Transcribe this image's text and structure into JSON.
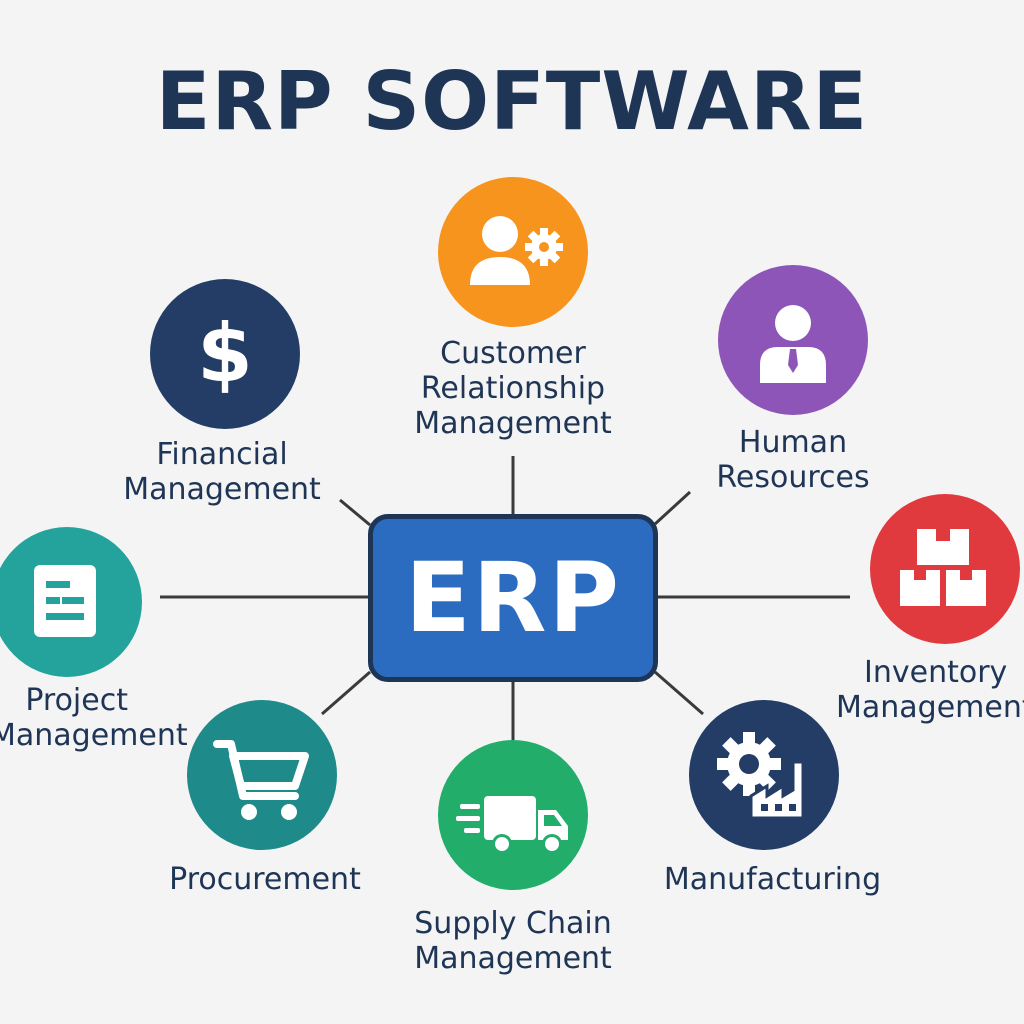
{
  "title": "ERP SOFTWARE",
  "hub": {
    "label": "ERP",
    "color": "#2b6cc0",
    "border_color": "#1f3556"
  },
  "modules": {
    "crm": {
      "line1": "Customer",
      "line2": "Relationship",
      "line3": "Management",
      "color": "#f7941d",
      "icon": "user-gear-icon"
    },
    "hr": {
      "line1": "Human",
      "line2": "Resources",
      "color": "#8e55b8",
      "icon": "employee-icon"
    },
    "financial": {
      "line1": "Financial",
      "line2": "Management",
      "color": "#233d66",
      "icon": "dollar-icon"
    },
    "inventory": {
      "line1": "Inventory",
      "line2": "Management",
      "color": "#e03a3e",
      "icon": "boxes-icon"
    },
    "project": {
      "line1": "Project",
      "line2": "Management",
      "color": "#23a39b",
      "icon": "task-list-icon"
    },
    "procurement": {
      "line1": "Procurement",
      "color": "#1e8a8a",
      "icon": "shopping-cart-icon"
    },
    "supply_chain": {
      "line1": "Supply Chain",
      "line2": "Management",
      "color": "#22ad6a",
      "icon": "delivery-truck-icon"
    },
    "manufacturing": {
      "line1": "Manufacturing",
      "color": "#233d66",
      "icon": "gear-factory-icon"
    }
  },
  "connector_color": "#3a3a3a"
}
